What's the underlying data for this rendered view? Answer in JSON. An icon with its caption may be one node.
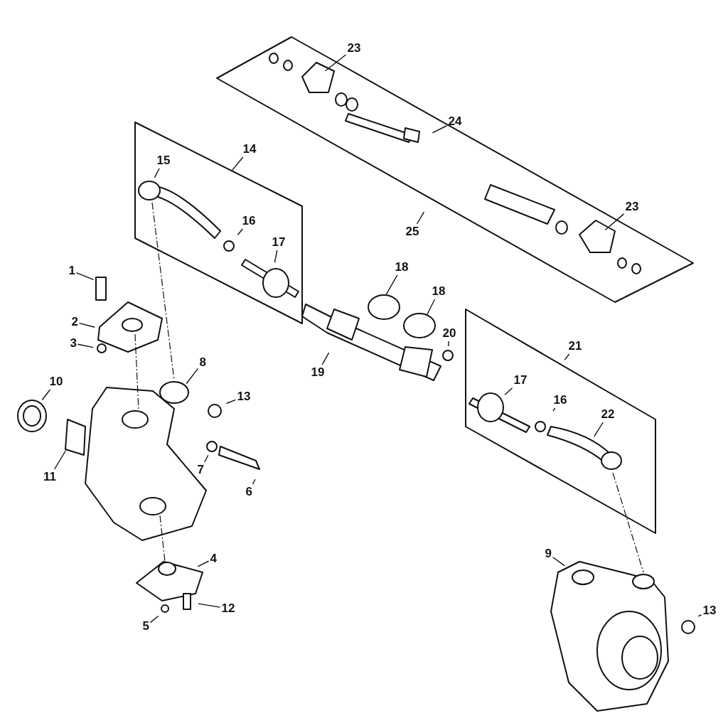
{
  "diagram": {
    "nodes": [
      {
        "text": [
          "1"
        ]
      },
      {
        "text": [
          "2"
        ]
      },
      {
        "text": [
          "3"
        ]
      },
      {
        "text": [
          "4"
        ]
      },
      {
        "text": [
          "5"
        ]
      },
      {
        "text": [
          "6"
        ]
      },
      {
        "text": [
          "7"
        ]
      },
      {
        "text": [
          "8"
        ]
      },
      {
        "text": [
          "9"
        ]
      },
      {
        "text": [
          "10"
        ]
      },
      {
        "text": [
          "11"
        ]
      },
      {
        "text": [
          "12"
        ]
      },
      {
        "text": [
          "13"
        ]
      },
      {
        "text": [
          "13"
        ]
      },
      {
        "text": [
          "14"
        ]
      },
      {
        "text": [
          "15"
        ]
      },
      {
        "text": [
          "16"
        ]
      },
      {
        "text": [
          "16"
        ]
      },
      {
        "text": [
          "17"
        ]
      },
      {
        "text": [
          "17"
        ]
      },
      {
        "text": [
          "18"
        ]
      },
      {
        "text": [
          "18"
        ]
      },
      {
        "text": [
          "19"
        ]
      },
      {
        "text": [
          "20"
        ]
      },
      {
        "text": [
          "21"
        ]
      },
      {
        "text": [
          "22"
        ]
      },
      {
        "text": [
          "23"
        ]
      },
      {
        "text": [
          "23"
        ]
      },
      {
        "text": [
          "24"
        ]
      },
      {
        "text": [
          "25"
        ]
      }
    ],
    "edges": [
      {
        "from": 0,
        "to": null,
        "arrow": "none"
      },
      {
        "from": 1,
        "to": null,
        "arrow": "none"
      },
      {
        "from": 2,
        "to": null,
        "arrow": "none"
      },
      {
        "from": 3,
        "to": null,
        "arrow": "none"
      },
      {
        "from": 4,
        "to": null,
        "arrow": "none"
      },
      {
        "from": 5,
        "to": null,
        "arrow": "none"
      },
      {
        "from": 6,
        "to": null,
        "arrow": "none"
      },
      {
        "from": 7,
        "to": null,
        "arrow": "none"
      },
      {
        "from": 8,
        "to": null,
        "arrow": "none"
      },
      {
        "from": 9,
        "to": null,
        "arrow": "none"
      },
      {
        "from": 10,
        "to": null,
        "arrow": "none"
      },
      {
        "from": 11,
        "to": null,
        "arrow": "none"
      },
      {
        "from": 12,
        "to": null,
        "arrow": "none"
      },
      {
        "from": 13,
        "to": null,
        "arrow": "none"
      },
      {
        "from": 14,
        "to": null,
        "arrow": "none"
      },
      {
        "from": 15,
        "to": null,
        "arrow": "none"
      },
      {
        "from": 16,
        "to": null,
        "arrow": "none"
      },
      {
        "from": 17,
        "to": null,
        "arrow": "none"
      },
      {
        "from": 18,
        "to": null,
        "arrow": "none"
      },
      {
        "from": 19,
        "to": null,
        "arrow": "none"
      },
      {
        "from": 20,
        "to": null,
        "arrow": "none"
      },
      {
        "from": 21,
        "to": null,
        "arrow": "none"
      },
      {
        "from": 22,
        "to": null,
        "arrow": "none"
      },
      {
        "from": 23,
        "to": null,
        "arrow": "none"
      },
      {
        "from": 24,
        "to": null,
        "arrow": "none"
      },
      {
        "from": 25,
        "to": null,
        "arrow": "none"
      },
      {
        "from": 26,
        "to": null,
        "arrow": "none"
      },
      {
        "from": 27,
        "to": null,
        "arrow": "none"
      },
      {
        "from": 28,
        "to": null,
        "arrow": "none"
      },
      {
        "from": 29,
        "to": null,
        "arrow": "none"
      }
    ]
  }
}
